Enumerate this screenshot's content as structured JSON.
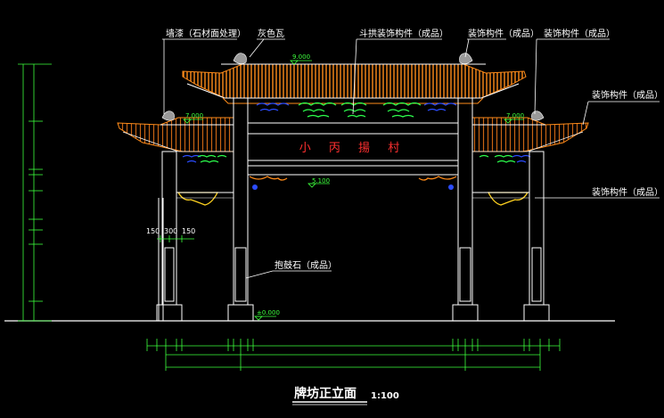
{
  "drawing": {
    "title": "牌坊正立面",
    "scale": "1:100",
    "plaque_text": "小 丙 揚 村"
  },
  "callouts": {
    "wall_coating": "墙漆（石材面处理）",
    "tile": "灰色瓦",
    "bracket_top": "斗拱装饰构件（成品）",
    "ornament_1": "装饰构件（成品）",
    "ornament_2": "装饰构件（成品）",
    "ornament_3": "装饰构件（成品）",
    "ornament_4": "装饰构件（成品）",
    "drum_stone": "抱鼓石（成品）"
  },
  "levels": {
    "top": "9.000",
    "side_left": "7.000",
    "side_right": "7.000",
    "beam": "5.100",
    "ground": "±0.000"
  },
  "dims": {
    "d150a": "150",
    "d300": "300",
    "d150b": "150"
  },
  "colors": {
    "line": "#ffffff",
    "dim": "#3dff3d",
    "roof": "#ff8c1a",
    "bracket_blue": "#2b4cff",
    "bracket_green": "#2cff4c",
    "ornament": "#ffd21f",
    "plaque_text": "#ff3030"
  }
}
